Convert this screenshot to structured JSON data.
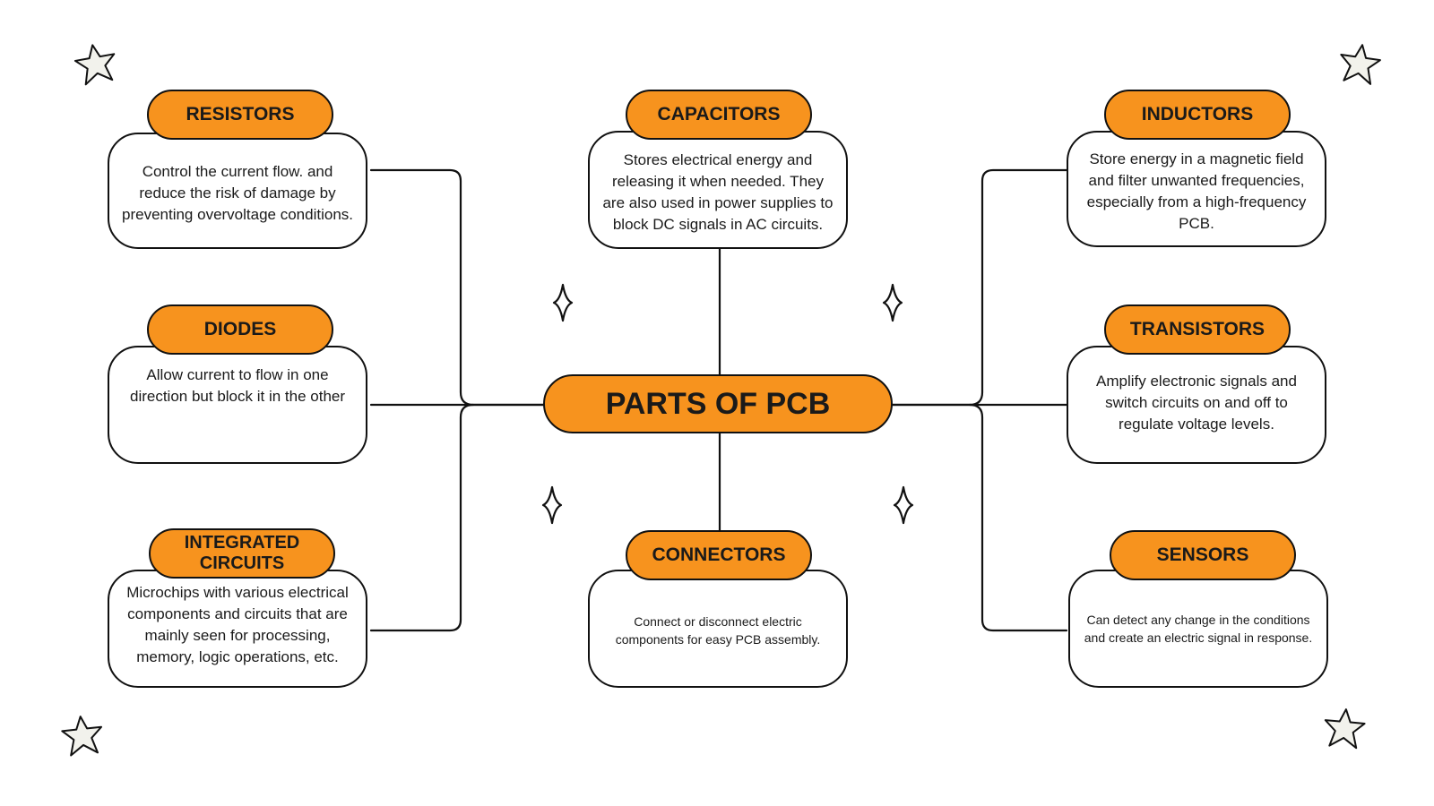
{
  "title": "PARTS OF PCB",
  "nodes": [
    {
      "name": "RESISTORS",
      "description": "Control the current flow. and reduce the risk of damage by preventing overvoltage conditions."
    },
    {
      "name": "CAPACITORS",
      "description": "Stores electrical energy and releasing it when needed. They are also used in power supplies to block DC signals in AC circuits."
    },
    {
      "name": "INDUCTORS",
      "description": "Store energy in a magnetic field and filter unwanted frequencies, especially from a high-frequency PCB."
    },
    {
      "name": "DIODES",
      "description": "Allow current to flow in one direction but block it in the other"
    },
    {
      "name": "TRANSISTORS",
      "description": "Amplify electronic signals and switch circuits on and off to regulate voltage levels."
    },
    {
      "name": "INTEGRATED CIRCUITS",
      "description": "Microchips with various electrical components and circuits that are mainly seen for processing, memory, logic operations, etc."
    },
    {
      "name": "CONNECTORS",
      "description": "Connect or disconnect electric components for easy PCB assembly."
    },
    {
      "name": "SENSORS",
      "description": "Can detect any change in the conditions and create an electric signal in response."
    }
  ],
  "colors": {
    "accent": "#F7931E",
    "outline": "#111111",
    "star_fill": "#F2F2EC"
  },
  "icons": [
    "star-icon",
    "sparkle-icon"
  ]
}
